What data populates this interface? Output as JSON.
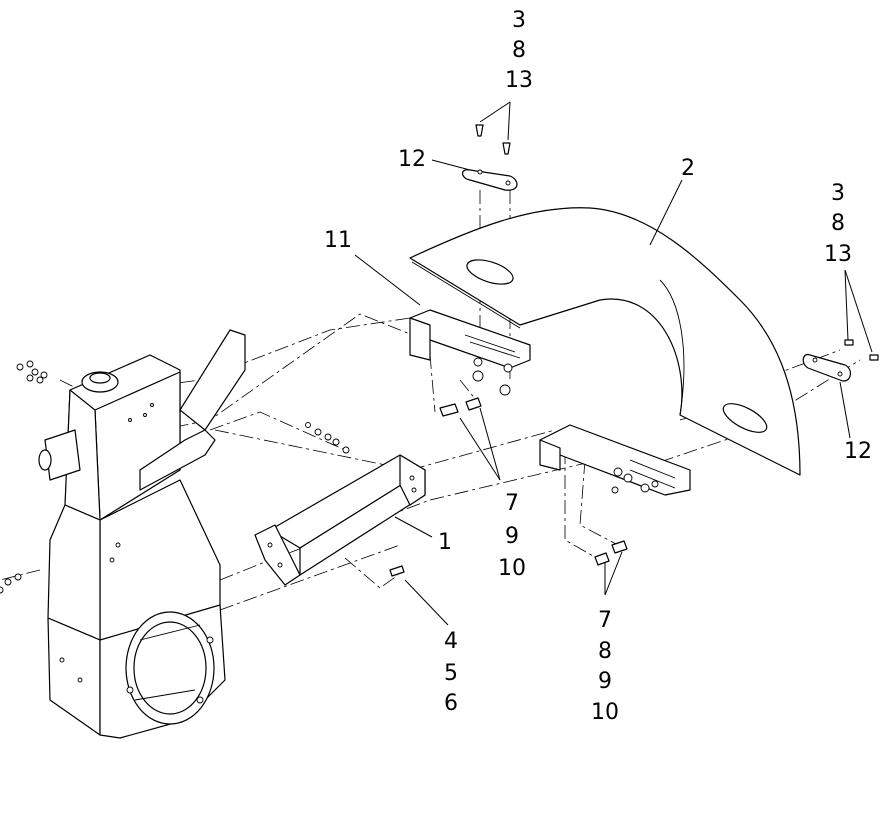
{
  "callouts": {
    "c1": "1",
    "c2": "2",
    "c3a": "3",
    "c8a": "8",
    "c13a": "13",
    "c3b": "3",
    "c8b": "8",
    "c13b": "13",
    "c12a": "12",
    "c12b": "12",
    "c11": "11",
    "c7a": "7",
    "c9a": "9",
    "c10a": "10",
    "c7b": "7",
    "c8c": "8",
    "c9b": "9",
    "c10b": "10",
    "c4": "4",
    "c5": "5",
    "c6": "6"
  }
}
